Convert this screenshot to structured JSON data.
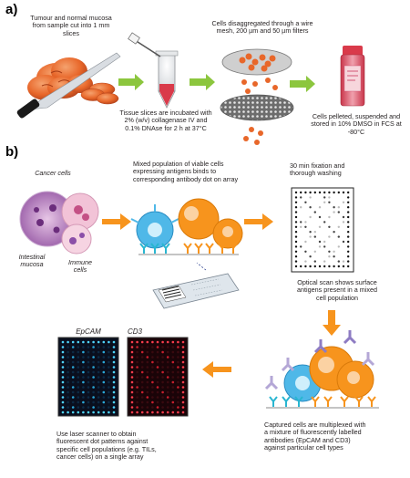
{
  "panel_a": {
    "label": "a)",
    "step1": "Tumour and normal mucosa\nfrom sample cut into 1 mm\nslices",
    "step2": "Tissue slices are incubated with\n2% (w/v) collagenase IV and\n0.1% DNAse for 2 h at 37°C",
    "step3": "Cells disaggregated through a wire\nmesh, 200 µm and 50 µm filters",
    "step4": "Cells pelleted, suspended and\nstored in 10% DMSO in FCS at\n-80°C"
  },
  "panel_b": {
    "label": "b)",
    "cancer_cells": "Cancer cells",
    "intestinal_mucosa": "Intestinal\nmucosa",
    "immune_cells": "Immune\ncells",
    "mixed_population": "Mixed population of viable cells\nexpressing antigens binds to\ncorresponding antibody dot on array",
    "fixation": "30 min fixation and\nthorough washing",
    "optical_scan": "Optical scan shows surface\nantigens present in a mixed\ncell population",
    "captured_cells": "Captured cells are multiplexed with\na mixture of fluorescently labelled\nantibodies (EpCAM and CD3)\nagainst particular cell types",
    "laser_scanner": "Use laser scanner to obtain\nfluorescent dot patterns against\nspecific cell populations (e.g. TILs,\ncancer cells) on a single array",
    "epcam": "EpCAM",
    "cd3": "CD3"
  },
  "colors": {
    "green_arrow": "#8cc63e",
    "orange_arrow": "#f7941d",
    "blue_cell": "#4fb8e8",
    "orange_cell": "#f7941d",
    "purple_antibody": "#8e7cc3",
    "tissue": "#e8672a"
  }
}
